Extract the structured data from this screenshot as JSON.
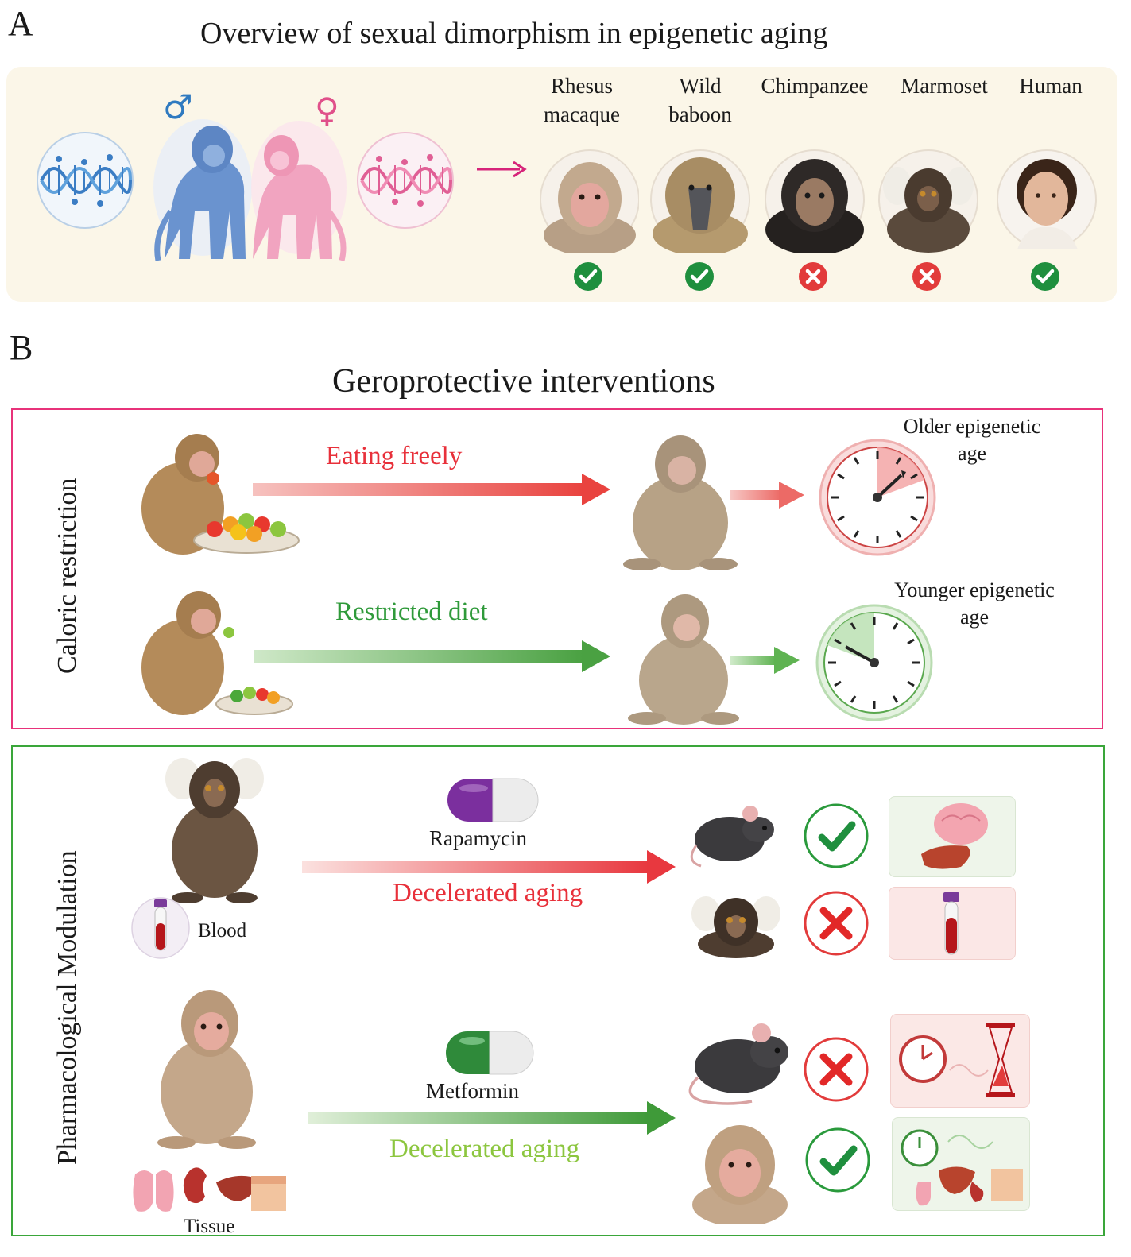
{
  "panel_a": {
    "letter": "A",
    "title": "Overview of sexual dimorphism in epigenetic aging",
    "male_symbol": "♂",
    "female_symbol": "♀",
    "species": [
      {
        "label": "Rhesus macaque",
        "result": "yes"
      },
      {
        "label": "Wild baboon",
        "result": "yes"
      },
      {
        "label": "Chimpanzee",
        "result": "no"
      },
      {
        "label": "Marmoset",
        "result": "no"
      },
      {
        "label": "Human",
        "result": "yes"
      }
    ]
  },
  "panel_b": {
    "letter": "B",
    "title": "Geroprotective interventions",
    "caloric": {
      "side_label": "Caloric restriction",
      "box_color": "#e8327a",
      "rows": [
        {
          "arrow_label": "Eating freely",
          "arrow_color": "#e8303a",
          "clock_label": "Older epigenetic age"
        },
        {
          "arrow_label": "Restricted diet",
          "arrow_color": "#2f9a3a",
          "clock_label": "Younger epigenetic age"
        }
      ]
    },
    "pharma": {
      "side_label": "Pharmacological Modulation",
      "box_color": "#3aa63a",
      "rapamycin": {
        "drug": "Rapamycin",
        "effect": "Decelerated aging",
        "sample": "Blood",
        "results": [
          {
            "subject": "mouse-icon",
            "result": "yes"
          },
          {
            "subject": "marmoset-icon",
            "result": "no"
          }
        ]
      },
      "metformin": {
        "drug": "Metformin",
        "effect": "Decelerated aging",
        "sample": "Tissue",
        "results": [
          {
            "subject": "mouse-icon",
            "result": "no"
          },
          {
            "subject": "macaque-icon",
            "result": "yes"
          }
        ]
      }
    }
  }
}
